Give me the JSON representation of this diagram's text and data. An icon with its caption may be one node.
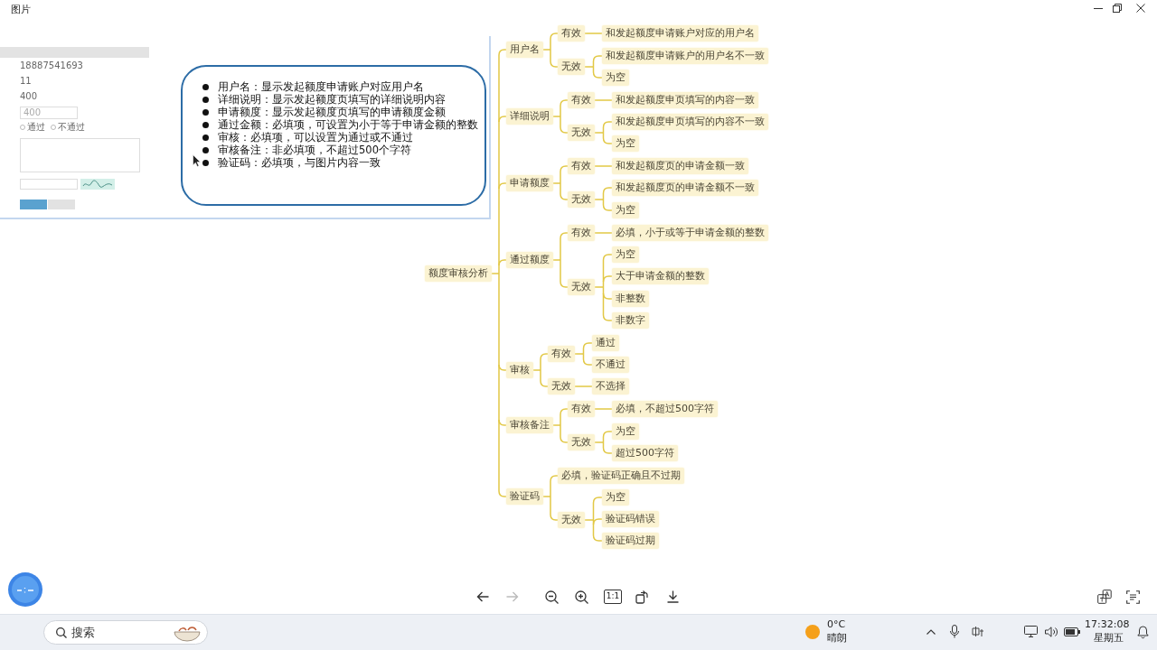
{
  "diagram": {
    "nodes": [
      {
        "text": [
          "用户名：显示发起额度申请账户对应用户名",
          "详细说明：显示发起额度页填写的详细说明内容",
          "申请额度：显示发起额度页填写的申请额度金额",
          "通过金额：必填项，可设置为小于等于申请金额的整数",
          "审核：必填项，可以设置为通过或不通过",
          "审核备注：非必填项，不超过500个字符",
          "验证码：必填项，与图片内容一致"
        ]
      },
      {
        "text": [
          "额度审核分析"
        ]
      },
      {
        "text": [
          "用户名"
        ]
      },
      {
        "text": [
          "有效"
        ]
      },
      {
        "text": [
          "和发起额度申请账户对应的用户名"
        ]
      },
      {
        "text": [
          "无效"
        ]
      },
      {
        "text": [
          "和发起额度申请账户的用户名不一致"
        ]
      },
      {
        "text": [
          "为空"
        ]
      },
      {
        "text": [
          "详细说明"
        ]
      },
      {
        "text": [
          "有效"
        ]
      },
      {
        "text": [
          "和发起额度申页填写的内容一致"
        ]
      },
      {
        "text": [
          "无效"
        ]
      },
      {
        "text": [
          "和发起额度申页填写的内容不一致"
        ]
      },
      {
        "text": [
          "为空"
        ]
      },
      {
        "text": [
          "申请额度"
        ]
      },
      {
        "text": [
          "有效"
        ]
      },
      {
        "text": [
          "和发起额度页的申请金额一致"
        ]
      },
      {
        "text": [
          "无效"
        ]
      },
      {
        "text": [
          "和发起额度页的申请金额不一致"
        ]
      },
      {
        "text": [
          "为空"
        ]
      },
      {
        "text": [
          "通过额度"
        ]
      },
      {
        "text": [
          "有效"
        ]
      },
      {
        "text": [
          "必填，小于或等于申请金额的整数"
        ]
      },
      {
        "text": [
          "无效"
        ]
      },
      {
        "text": [
          "为空"
        ]
      },
      {
        "text": [
          "大于申请金额的整数"
        ]
      },
      {
        "text": [
          "非整数"
        ]
      },
      {
        "text": [
          "非数字"
        ]
      },
      {
        "text": [
          "审核"
        ]
      },
      {
        "text": [
          "有效"
        ]
      },
      {
        "text": [
          "通过"
        ]
      },
      {
        "text": [
          "不通过"
        ]
      },
      {
        "text": [
          "无效"
        ]
      },
      {
        "text": [
          "不选择"
        ]
      },
      {
        "text": [
          "审核备注"
        ]
      },
      {
        "text": [
          "有效"
        ]
      },
      {
        "text": [
          "必填，不超过500字符"
        ]
      },
      {
        "text": [
          "无效"
        ]
      },
      {
        "text": [
          "为空"
        ]
      },
      {
        "text": [
          "超过500字符"
        ]
      },
      {
        "text": [
          "验证码"
        ]
      },
      {
        "text": [
          "必填，验证码正确且不过期"
        ]
      },
      {
        "text": [
          "无效"
        ]
      },
      {
        "text": [
          "为空"
        ]
      },
      {
        "text": [
          "验证码错误"
        ]
      },
      {
        "text": [
          "验证码过期"
        ]
      }
    ],
    "edges": [
      {
        "from": 1,
        "to": 2,
        "arrow": "none"
      },
      {
        "from": 2,
        "to": 3,
        "arrow": "none"
      },
      {
        "from": 3,
        "to": 4,
        "arrow": "none"
      },
      {
        "from": 2,
        "to": 5,
        "arrow": "none"
      },
      {
        "from": 5,
        "to": 6,
        "arrow": "none"
      },
      {
        "from": 5,
        "to": 7,
        "arrow": "none"
      },
      {
        "from": 1,
        "to": 8,
        "arrow": "none"
      },
      {
        "from": 8,
        "to": 9,
        "arrow": "none"
      },
      {
        "from": 9,
        "to": 10,
        "arrow": "none"
      },
      {
        "from": 8,
        "to": 11,
        "arrow": "none"
      },
      {
        "from": 11,
        "to": 12,
        "arrow": "none"
      },
      {
        "from": 11,
        "to": 13,
        "arrow": "none"
      },
      {
        "from": 1,
        "to": 14,
        "arrow": "none"
      },
      {
        "from": 14,
        "to": 15,
        "arrow": "none"
      },
      {
        "from": 15,
        "to": 16,
        "arrow": "none"
      },
      {
        "from": 14,
        "to": 17,
        "arrow": "none"
      },
      {
        "from": 17,
        "to": 18,
        "arrow": "none"
      },
      {
        "from": 17,
        "to": 19,
        "arrow": "none"
      },
      {
        "from": 1,
        "to": 20,
        "arrow": "none"
      },
      {
        "from": 20,
        "to": 21,
        "arrow": "none"
      },
      {
        "from": 21,
        "to": 22,
        "arrow": "none"
      },
      {
        "from": 20,
        "to": 23,
        "arrow": "none"
      },
      {
        "from": 23,
        "to": 24,
        "arrow": "none"
      },
      {
        "from": 23,
        "to": 25,
        "arrow": "none"
      },
      {
        "from": 23,
        "to": 26,
        "arrow": "none"
      },
      {
        "from": 23,
        "to": 27,
        "arrow": "none"
      },
      {
        "from": 1,
        "to": 28,
        "arrow": "none"
      },
      {
        "from": 28,
        "to": 29,
        "arrow": "none"
      },
      {
        "from": 29,
        "to": 30,
        "arrow": "none"
      },
      {
        "from": 29,
        "to": 31,
        "arrow": "none"
      },
      {
        "from": 28,
        "to": 32,
        "arrow": "none"
      },
      {
        "from": 32,
        "to": 33,
        "arrow": "none"
      },
      {
        "from": 1,
        "to": 34,
        "arrow": "none"
      },
      {
        "from": 34,
        "to": 35,
        "arrow": "none"
      },
      {
        "from": 35,
        "to": 36,
        "arrow": "none"
      },
      {
        "from": 34,
        "to": 37,
        "arrow": "none"
      },
      {
        "from": 37,
        "to": 38,
        "arrow": "none"
      },
      {
        "from": 37,
        "to": 39,
        "arrow": "none"
      },
      {
        "from": 1,
        "to": 40,
        "arrow": "none"
      },
      {
        "from": 40,
        "to": 41,
        "arrow": "none"
      },
      {
        "from": 40,
        "to": 42,
        "arrow": "none"
      },
      {
        "from": 42,
        "to": 43,
        "arrow": "none"
      },
      {
        "from": 42,
        "to": 44,
        "arrow": "none"
      },
      {
        "from": 42,
        "to": 45,
        "arrow": "none"
      }
    ],
    "labels": [
      "图片",
      "18887541693",
      "11",
      "400",
      "400",
      "通过",
      "不通过",
      "1:1",
      "搜索",
      "0°C",
      "晴朗",
      "17:32:08",
      "星期五"
    ]
  }
}
